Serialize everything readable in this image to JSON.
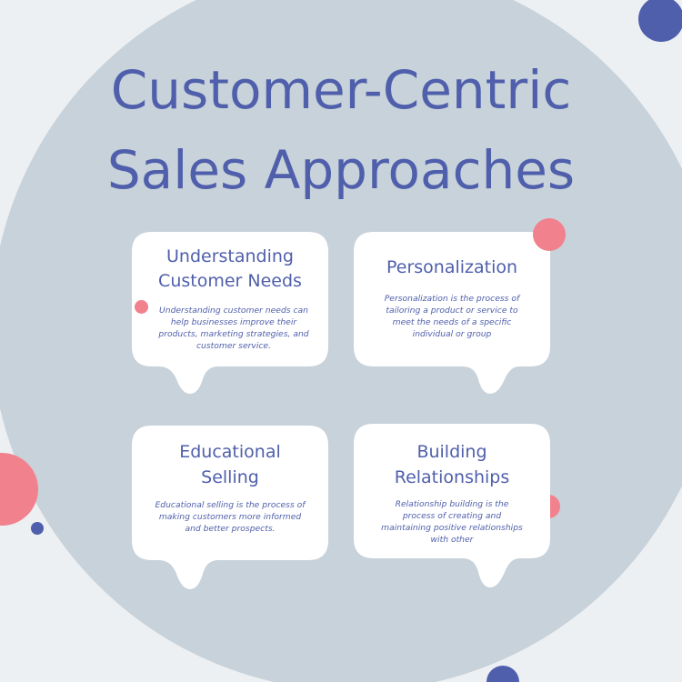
{
  "title": {
    "line1": "Customer-Centric",
    "line2": "Sales Approaches"
  },
  "cards": [
    {
      "title_line1": "Understanding",
      "title_line2": "Customer Needs",
      "text": "Understanding customer needs can help businesses improve their products, marketing strategies, and customer service."
    },
    {
      "title_line1": "Personalization",
      "text": "Personalization is the process of tailoring a product or service to meet the needs of a specific individual or group"
    },
    {
      "title_line1": "Educational",
      "title_line2": "Selling",
      "text": "Educational selling is the process of making customers more informed and better prospects."
    },
    {
      "title_line1": "Building",
      "title_line2": "Relationships",
      "text": "Relationship building is the process of creating and maintaining positive relationships with other"
    }
  ],
  "colors": {
    "background": "#ecf0f3",
    "circle": "#c8d2da",
    "accent_blue": "#4f5fab",
    "accent_pink": "#f1818c",
    "card": "#ffffff"
  }
}
